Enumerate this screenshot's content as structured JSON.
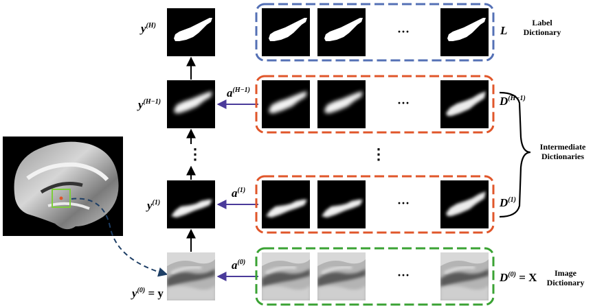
{
  "labels": {
    "y_H_base": "y",
    "y_H_sup": "(H)",
    "y_Hm1_base": "y",
    "y_Hm1_sup": "(H−1)",
    "y_1_base": "y",
    "y_1_sup": "(1)",
    "y_0_base": "y",
    "y_0_sup": "(0)",
    "y_0_eq": "= y",
    "a_Hm1_base": "a",
    "a_Hm1_sup": "(H−1)",
    "a_1_base": "a",
    "a_1_sup": "(1)",
    "a_0_base": "a",
    "a_0_sup": "(0)",
    "L": "L",
    "D_Hm1_base": "D",
    "D_Hm1_sup": "(H−1)",
    "D_1_base": "D",
    "D_1_sup": "(1)",
    "D_0_base": "D",
    "D_0_sup": "(0)",
    "D_0_eq": "= X",
    "ellipsis": "···",
    "vdots": "⋮"
  },
  "captions": {
    "label_dict_1": "Label",
    "label_dict_2": "Dictionary",
    "intermediate_1": "Intermediate",
    "intermediate_2": "Dictionaries",
    "image_dict_1": "Image",
    "image_dict_2": "Dictionary"
  },
  "colors": {
    "label_box": "#5470b5",
    "intermediate_box": "#e0562a",
    "image_box": "#3aa233",
    "arrow": "#4a3a9a",
    "curve": "#1e3f66",
    "roi": "#7ccd3a"
  }
}
